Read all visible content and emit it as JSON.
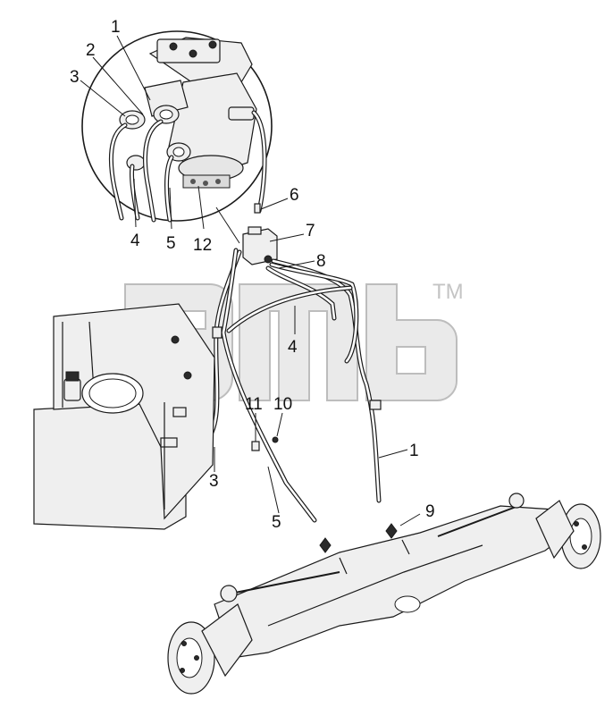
{
  "callouts": {
    "c1_top": "1",
    "c2": "2",
    "c3_top": "3",
    "c4_inset": "4",
    "c5_inset": "5",
    "c12": "12",
    "c6": "6",
    "c7": "7",
    "c8": "8",
    "c4_main": "4",
    "c11": "11",
    "c10": "10",
    "c1_main": "1",
    "c3_main": "3",
    "c5_main": "5",
    "c9": "9"
  },
  "watermark": {
    "trademark": "TM"
  }
}
